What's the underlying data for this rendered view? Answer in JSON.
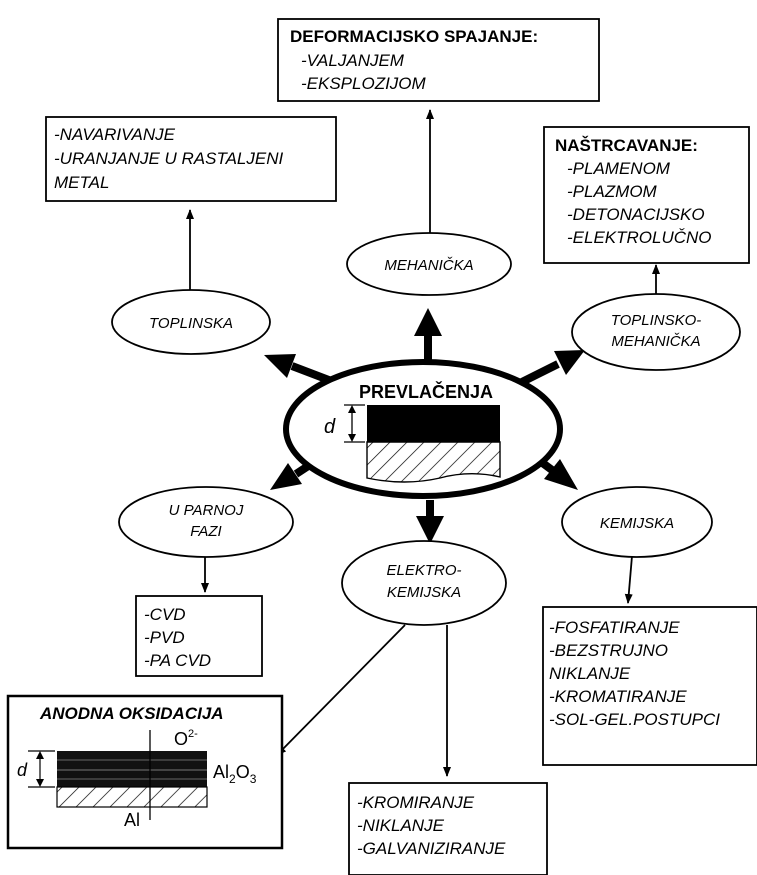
{
  "diagram": {
    "center": {
      "title": "PREVLAČENJA",
      "thickness_label": "d"
    },
    "methods": {
      "mechanical": "MEHANIČKA",
      "thermal": "TOPLINSKA",
      "thermomech_line1": "TOPLINSKO-",
      "thermomech_line2": "MEHANIČKA",
      "vapour_line1": "U PARNOJ",
      "vapour_line2": "FAZI",
      "chemical": "KEMIJSKA",
      "electrochem_line1": "ELEKTRO-",
      "electrochem_line2": "KEMIJSKA"
    },
    "boxes": {
      "deformation": {
        "title": "DEFORMACIJSKO SPAJANJE:",
        "items": [
          "-VALJANJEM",
          "-EKSPLOZIJOM"
        ]
      },
      "thermal": {
        "items": [
          "-NAVARIVANJE",
          "-URANJANJE U RASTALJENI",
          "METAL"
        ]
      },
      "spraying": {
        "title": "NAŠTRCAVANJE:",
        "items": [
          "-PLAMENOM",
          "-PLAZMOM",
          "-DETONACIJSKO",
          "-ELEKTROLUČNO"
        ]
      },
      "vapour": {
        "items": [
          "-CVD",
          "-PVD",
          "-PA CVD"
        ]
      },
      "chemical": {
        "items": [
          "-FOSFATIRANJE",
          "-BEZSTRUJNO",
          "NIKLANJE",
          "-KROMATIRANJE",
          "-SOL-GEL.POSTUPCI"
        ]
      },
      "electro": {
        "items": [
          "-KROMIRANJE",
          "-NIKLANJE",
          "-GALVANIZIRANJE"
        ]
      },
      "anodic": {
        "title": "ANODNA OKSIDACIJA",
        "thickness_label": "d",
        "ion": "O",
        "ion_charge": "2-",
        "oxide_al": "Al",
        "oxide_sub": "2",
        "oxide_o": "O",
        "oxide_sub2": "3",
        "metal": "Al"
      }
    }
  }
}
